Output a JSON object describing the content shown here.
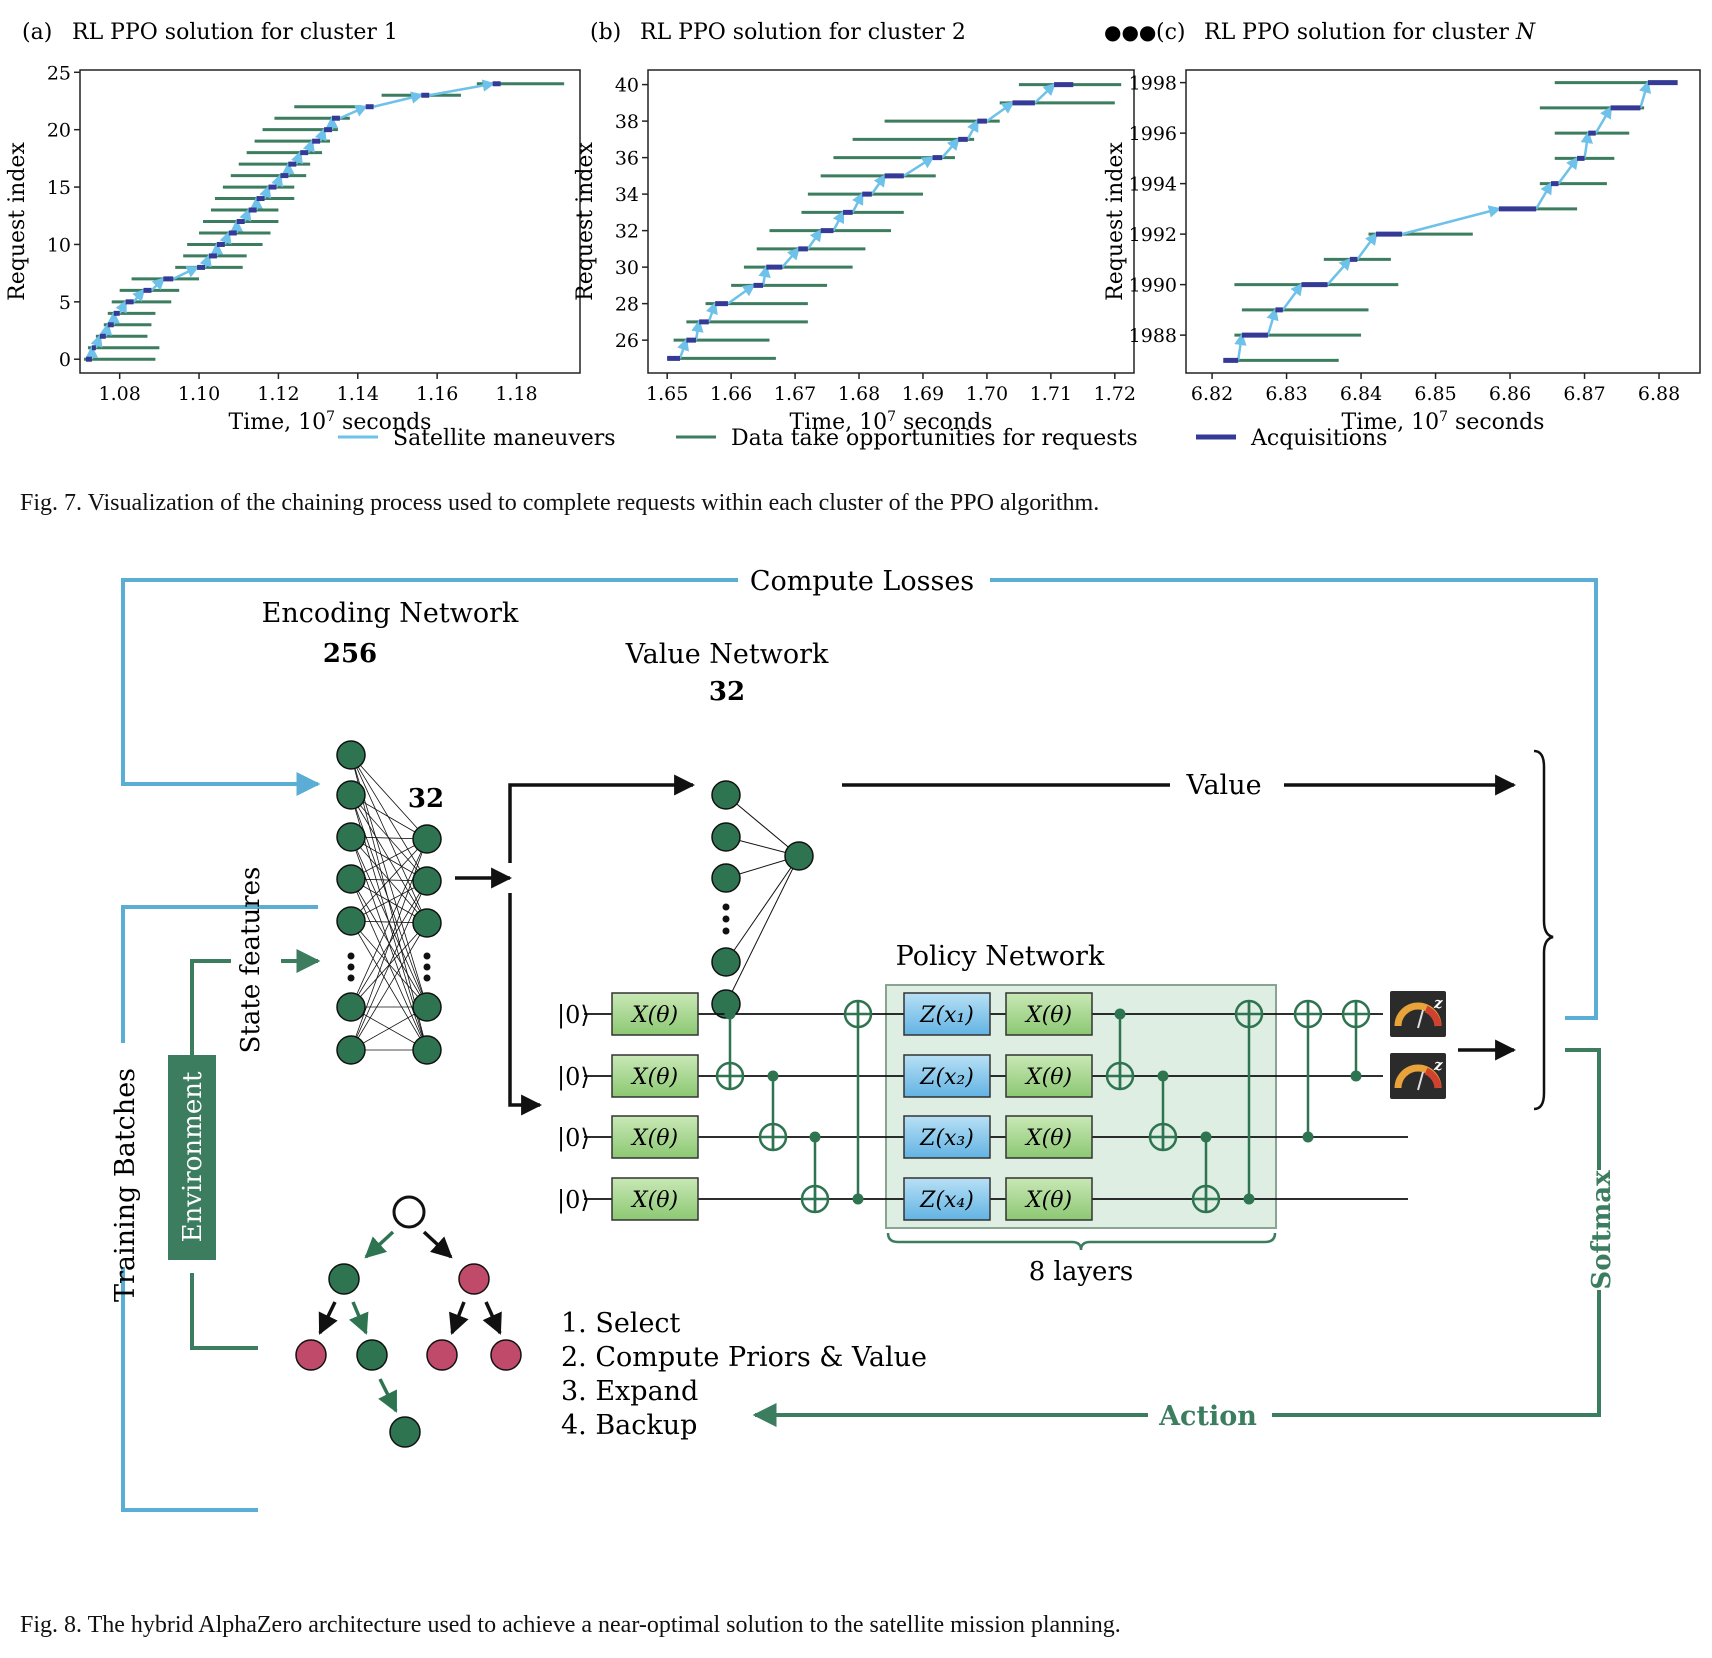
{
  "colors": {
    "maneuver": "#6ec1e8",
    "opportunity": "#3b7d5e",
    "acquisition": "#343a96",
    "loop_blue": "#5aaed6",
    "loop_green": "#3b7d5e",
    "node": "#2e7451",
    "leaf_red": "#c04a6a",
    "z_gate": "#7ec3ea",
    "x_gate": "#a6d68f",
    "policy_box": "#dfeee2"
  },
  "figure7": {
    "panels": [
      {
        "tag": "(a)",
        "title": "RL PPO solution for cluster 1"
      },
      {
        "tag": "(b)",
        "title": "RL PPO solution for cluster 2"
      },
      {
        "tag": "(c)",
        "title": "RL PPO solution for cluster",
        "title_var": "N"
      }
    ],
    "ellipsis": "●●●",
    "ylabel": "Request index",
    "xlabel": "Time, 10^7 seconds",
    "legend": [
      {
        "label": "Satellite maneuvers",
        "color_key": "maneuver"
      },
      {
        "label": "Data take opportunities for requests",
        "color_key": "opportunity"
      },
      {
        "label": "Acquisitions",
        "color_key": "acquisition"
      }
    ],
    "caption": "Fig. 7.  Visualization of the chaining process used to complete requests within each cluster of the PPO algorithm."
  },
  "chart_data": [
    {
      "type": "line",
      "title": "RL PPO solution for cluster 1",
      "xlabel": "Time, 10^7 seconds",
      "ylabel": "Request index",
      "xlim": [
        1.07,
        1.196
      ],
      "ylim": [
        -1.2,
        25.2
      ],
      "x_ticks": [
        "1.08",
        "1.10",
        "1.12",
        "1.14",
        "1.16",
        "1.18"
      ],
      "y_ticks": [
        "0",
        "5",
        "10",
        "15",
        "20",
        "25"
      ],
      "series": [
        {
          "name": "Data take opportunities for requests",
          "values": [
            [
              0,
              1.071,
              1.089
            ],
            [
              1,
              1.072,
              1.09
            ],
            [
              2,
              1.074,
              1.087
            ],
            [
              3,
              1.076,
              1.088
            ],
            [
              4,
              1.077,
              1.089
            ],
            [
              5,
              1.078,
              1.093
            ],
            [
              6,
              1.08,
              1.095
            ],
            [
              7,
              1.083,
              1.1
            ],
            [
              8,
              1.094,
              1.111
            ],
            [
              9,
              1.096,
              1.112
            ],
            [
              10,
              1.097,
              1.116
            ],
            [
              11,
              1.1,
              1.118
            ],
            [
              12,
              1.101,
              1.12
            ],
            [
              13,
              1.103,
              1.12
            ],
            [
              14,
              1.104,
              1.124
            ],
            [
              15,
              1.106,
              1.124
            ],
            [
              16,
              1.108,
              1.127
            ],
            [
              17,
              1.11,
              1.128
            ],
            [
              18,
              1.112,
              1.131
            ],
            [
              19,
              1.114,
              1.133
            ],
            [
              20,
              1.116,
              1.135
            ],
            [
              21,
              1.119,
              1.138
            ],
            [
              22,
              1.124,
              1.141
            ],
            [
              23,
              1.146,
              1.166
            ],
            [
              24,
              1.17,
              1.192
            ]
          ]
        },
        {
          "name": "Acquisitions",
          "values": [
            [
              0,
              1.0715,
              1.073
            ],
            [
              1,
              1.073,
              1.074
            ],
            [
              2,
              1.075,
              1.0765
            ],
            [
              3,
              1.077,
              1.0785
            ],
            [
              4,
              1.0785,
              1.08
            ],
            [
              5,
              1.0815,
              1.0835
            ],
            [
              6,
              1.086,
              1.088
            ],
            [
              7,
              1.091,
              1.0935
            ],
            [
              8,
              1.0995,
              1.1015
            ],
            [
              9,
              1.1025,
              1.1045
            ],
            [
              10,
              1.1045,
              1.1065
            ],
            [
              11,
              1.1075,
              1.1095
            ],
            [
              12,
              1.1095,
              1.1115
            ],
            [
              13,
              1.1125,
              1.1145
            ],
            [
              14,
              1.1145,
              1.1165
            ],
            [
              15,
              1.1175,
              1.1195
            ],
            [
              16,
              1.1205,
              1.1225
            ],
            [
              17,
              1.1225,
              1.1245
            ],
            [
              18,
              1.1255,
              1.1275
            ],
            [
              19,
              1.1285,
              1.1305
            ],
            [
              20,
              1.1315,
              1.1335
            ],
            [
              21,
              1.1335,
              1.1355
            ],
            [
              22,
              1.142,
              1.144
            ],
            [
              23,
              1.156,
              1.158
            ],
            [
              24,
              1.174,
              1.176
            ]
          ]
        }
      ]
    },
    {
      "type": "line",
      "title": "RL PPO solution for cluster 2",
      "xlabel": "Time, 10^7 seconds",
      "ylabel": "Request index",
      "xlim": [
        1.647,
        1.723
      ],
      "ylim": [
        24.2,
        40.8
      ],
      "x_ticks": [
        "1.65",
        "1.66",
        "1.67",
        "1.68",
        "1.69",
        "1.70",
        "1.71",
        "1.72"
      ],
      "y_ticks": [
        "26",
        "28",
        "30",
        "32",
        "34",
        "36",
        "38",
        "40"
      ],
      "series": [
        {
          "name": "Data take opportunities for requests",
          "values": [
            [
              25,
              1.65,
              1.667
            ],
            [
              26,
              1.651,
              1.666
            ],
            [
              27,
              1.653,
              1.672
            ],
            [
              28,
              1.656,
              1.672
            ],
            [
              29,
              1.66,
              1.675
            ],
            [
              30,
              1.662,
              1.679
            ],
            [
              31,
              1.664,
              1.681
            ],
            [
              32,
              1.666,
              1.685
            ],
            [
              33,
              1.671,
              1.687
            ],
            [
              34,
              1.672,
              1.69
            ],
            [
              35,
              1.674,
              1.692
            ],
            [
              36,
              1.676,
              1.695
            ],
            [
              37,
              1.679,
              1.698
            ],
            [
              38,
              1.684,
              1.702
            ],
            [
              39,
              1.702,
              1.72
            ],
            [
              40,
              1.705,
              1.721
            ]
          ]
        },
        {
          "name": "Acquisitions",
          "values": [
            [
              25,
              1.65,
              1.652
            ],
            [
              26,
              1.653,
              1.6545
            ],
            [
              27,
              1.655,
              1.6565
            ],
            [
              28,
              1.6575,
              1.6595
            ],
            [
              29,
              1.6635,
              1.665
            ],
            [
              30,
              1.6655,
              1.668
            ],
            [
              31,
              1.6705,
              1.672
            ],
            [
              32,
              1.674,
              1.676
            ],
            [
              33,
              1.6775,
              1.679
            ],
            [
              34,
              1.6805,
              1.682
            ],
            [
              35,
              1.684,
              1.687
            ],
            [
              36,
              1.6915,
              1.693
            ],
            [
              37,
              1.6955,
              1.697
            ],
            [
              38,
              1.6985,
              1.7
            ],
            [
              39,
              1.704,
              1.7075
            ],
            [
              40,
              1.7105,
              1.7135
            ]
          ]
        }
      ]
    },
    {
      "type": "line",
      "title": "RL PPO solution for cluster N",
      "xlabel": "Time, 10^7 seconds",
      "ylabel": "Request index",
      "xlim": [
        6.8165,
        6.8855
      ],
      "ylim": [
        1986.5,
        1998.5
      ],
      "x_ticks": [
        "6.82",
        "6.83",
        "6.84",
        "6.85",
        "6.86",
        "6.87",
        "6.88"
      ],
      "y_ticks": [
        "1988",
        "1990",
        "1992",
        "1994",
        "1996",
        "1998"
      ],
      "series": [
        {
          "name": "Data take opportunities for requests",
          "values": [
            [
              1987,
              6.822,
              6.837
            ],
            [
              1988,
              6.823,
              6.84
            ],
            [
              1989,
              6.824,
              6.841
            ],
            [
              1990,
              6.823,
              6.845
            ],
            [
              1991,
              6.835,
              6.844
            ],
            [
              1992,
              6.841,
              6.855
            ],
            [
              1993,
              6.86,
              6.869
            ],
            [
              1994,
              6.864,
              6.873
            ],
            [
              1995,
              6.866,
              6.874
            ],
            [
              1996,
              6.866,
              6.876
            ],
            [
              1997,
              6.864,
              6.878
            ],
            [
              1998,
              6.866,
              6.879
            ]
          ]
        },
        {
          "name": "Acquisitions",
          "values": [
            [
              1987,
              6.8215,
              6.8235
            ],
            [
              1988,
              6.824,
              6.8275
            ],
            [
              1989,
              6.8285,
              6.8295
            ],
            [
              1990,
              6.832,
              6.8355
            ],
            [
              1991,
              6.8385,
              6.8395
            ],
            [
              1992,
              6.842,
              6.8455
            ],
            [
              1993,
              6.8585,
              6.8635
            ],
            [
              1994,
              6.8655,
              6.8665
            ],
            [
              1995,
              6.869,
              6.87
            ],
            [
              1996,
              6.8705,
              6.8715
            ],
            [
              1997,
              6.8735,
              6.8775
            ],
            [
              1998,
              6.8785,
              6.8825
            ]
          ]
        }
      ]
    }
  ],
  "figure8": {
    "compute_losses": "Compute Losses",
    "encoding_network": "Encoding Network",
    "enc_n1": "256",
    "enc_n2": "32",
    "value_network": "Value Network",
    "val_n": "32",
    "value_label": "Value",
    "state_features": "State features",
    "training_batches": "Training Batches",
    "environment": "Environment",
    "policy_network": "Policy Network",
    "ket": "|0⟩",
    "x_gate": "X(θ)",
    "z_gates": [
      "Z(x₁)",
      "Z(x₂)",
      "Z(x₃)",
      "Z(x₄)"
    ],
    "layers": "8 layers",
    "softmax": "Softmax",
    "action": "Action",
    "steps": [
      "1. Select",
      "2. Compute Priors & Value",
      "3. Expand",
      "4. Backup"
    ],
    "caption": "Fig. 8.  The hybrid AlphaZero architecture used to achieve a near-optimal solution to the satellite mission planning."
  }
}
